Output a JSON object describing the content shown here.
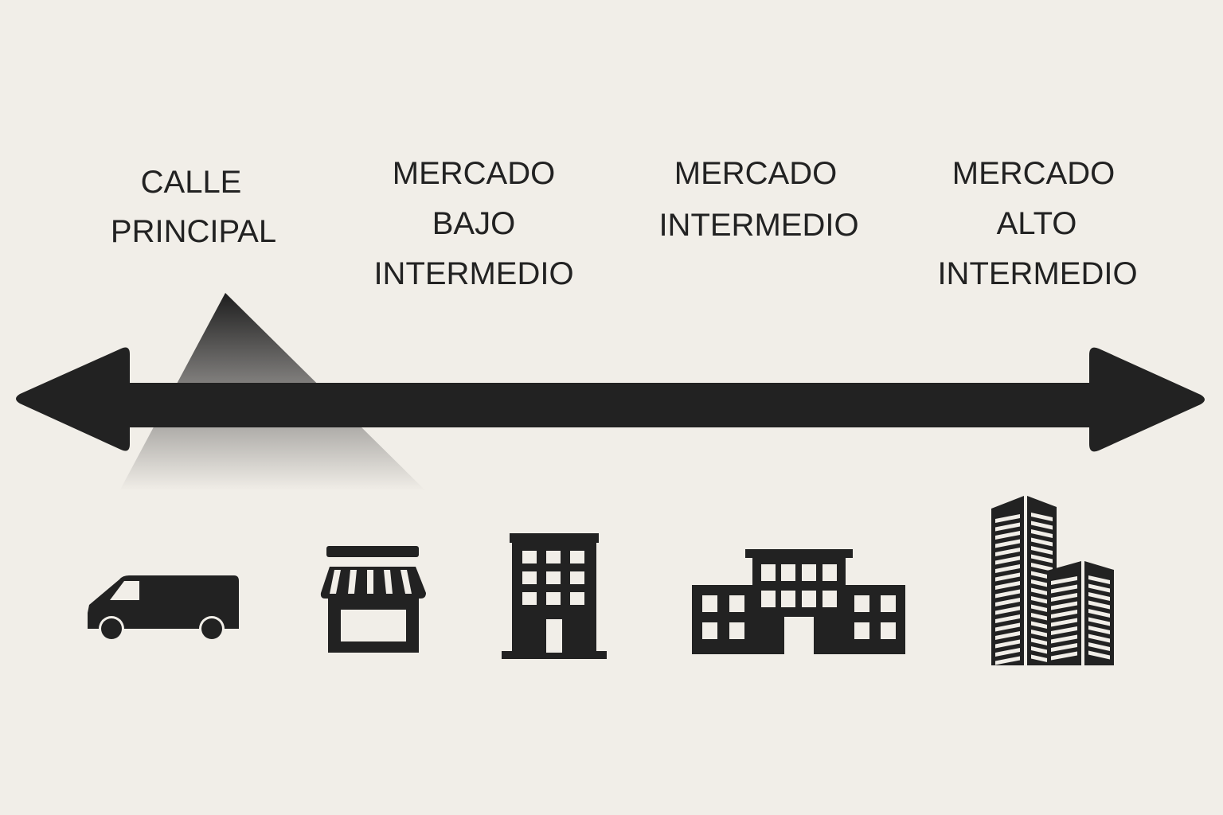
{
  "labels": [
    {
      "lines": [
        "CALLE",
        "PRINCIPAL"
      ]
    },
    {
      "lines": [
        "MERCADO",
        "BAJO",
        "INTERMEDIO"
      ]
    },
    {
      "lines": [
        "MERCADO",
        "INTERMEDIO"
      ]
    },
    {
      "lines": [
        "MERCADO",
        "ALTO",
        "INTERMEDIO"
      ]
    }
  ],
  "icons": [
    "van-icon",
    "storefront-icon",
    "small-building-icon",
    "school-building-icon",
    "skyscrapers-icon"
  ],
  "colors": {
    "background": "#f1eee8",
    "ink": "#222222"
  }
}
